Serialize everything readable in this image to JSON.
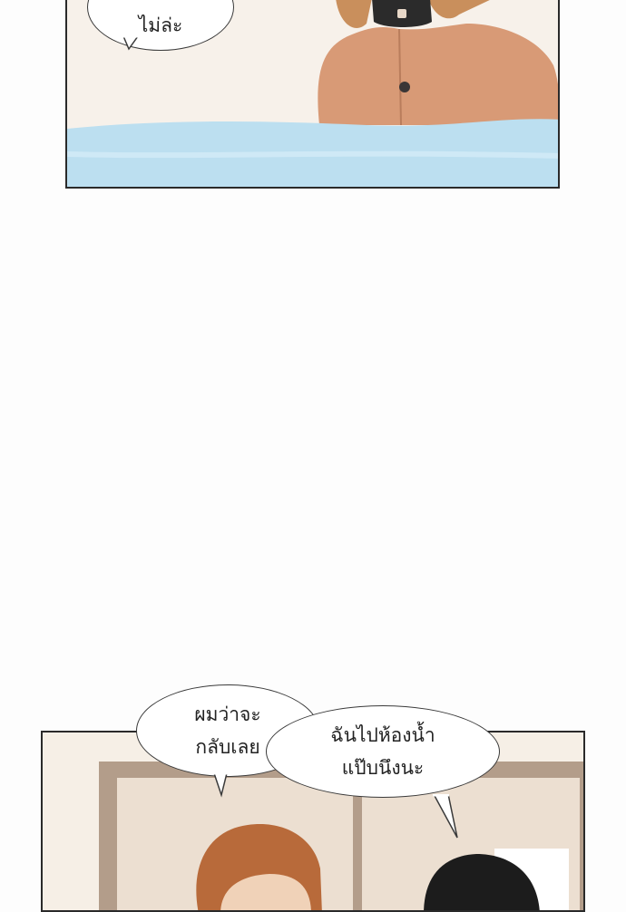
{
  "panels": {
    "top": {
      "speech": [
        "ไม่ล่ะ"
      ]
    },
    "bottom": {
      "speech_left": [
        "ผมว่าจะ",
        "กลับเลย"
      ],
      "speech_right": [
        "ฉันไปห้องน้ำ",
        "แป๊บนึงนะ"
      ]
    }
  },
  "colors": {
    "background": "#fdfdfd",
    "panel_border": "#2a2a2a",
    "water": "#bcdff0",
    "coat": "#d89a76",
    "hair": "#c98f5c"
  }
}
